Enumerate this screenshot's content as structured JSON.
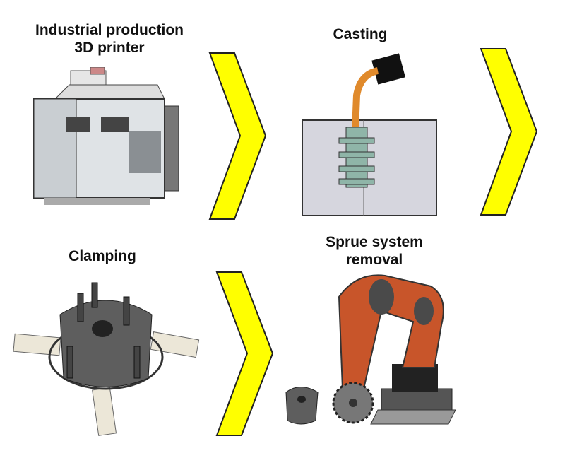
{
  "steps": [
    {
      "line1": "Industrial production",
      "line2": "3D printer"
    },
    {
      "line1": "Casting"
    },
    {
      "line1": "Clamping"
    },
    {
      "line1": "Sprue system",
      "line2": "removal"
    }
  ],
  "colors": {
    "arrow": "#ffff00",
    "arrow_stroke": "#222222",
    "robot": "#c8552a",
    "metal": "#6a6a6a"
  }
}
